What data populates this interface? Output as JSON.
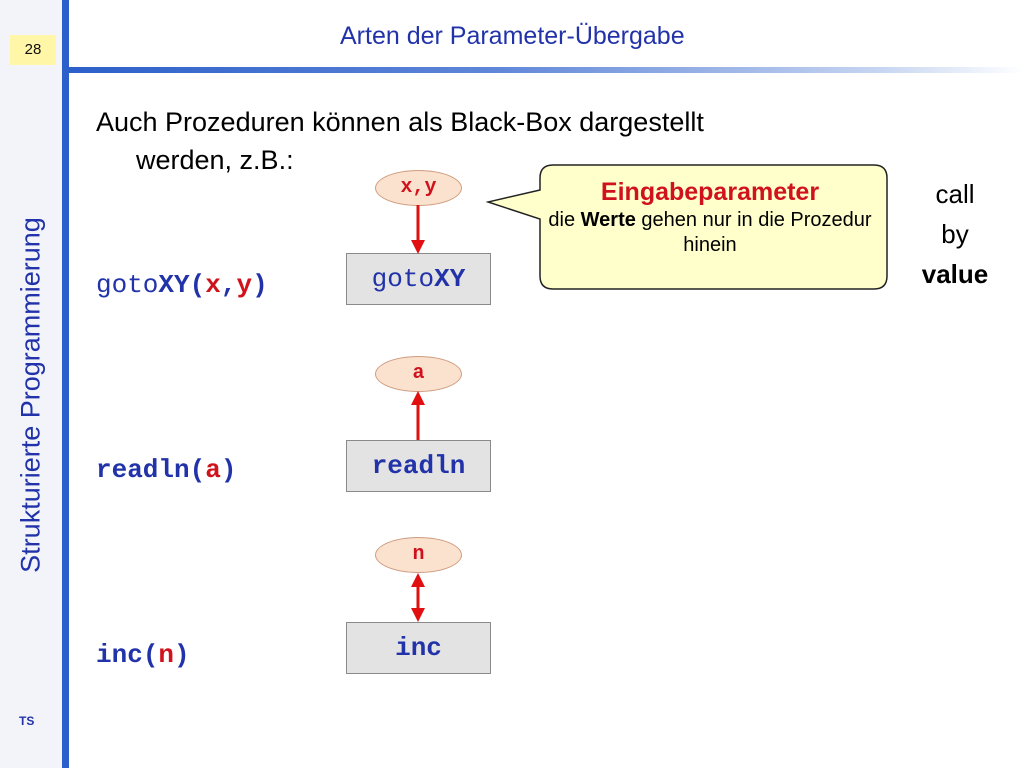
{
  "slide": {
    "number": "28",
    "title": "Arten der Parameter-Übergabe",
    "side_title": "Strukturierte Programmierung",
    "footer": "TS"
  },
  "intro": {
    "line1": "Auch Prozeduren können als Black-Box dargestellt",
    "line2": "werden, z.B.:"
  },
  "examples": [
    {
      "call_name": "goto",
      "call_name_bold": "XY",
      "open": "(",
      "arg1": "x",
      "sep": ",",
      "arg2": "y",
      "close": ")",
      "box_label": "goto",
      "box_label_bold": "XY",
      "param": "x,y"
    },
    {
      "call_name": "readln",
      "open": "(",
      "arg1": "a",
      "close": ")",
      "box_label": "readln",
      "param": "a"
    },
    {
      "call_name": "inc",
      "open": "(",
      "arg1": "n",
      "close": ")",
      "box_label": "inc",
      "param": "n"
    }
  ],
  "callout": {
    "title": "Eingabeparameter",
    "text_before": "die ",
    "text_bold": "Werte",
    "text_after": " gehen nur in die Prozedur hinein"
  },
  "call_by": {
    "line1": "call",
    "line2": "by",
    "line3": "value"
  },
  "colors": {
    "accent_blue": "#2233aa",
    "param_red": "#d0121c",
    "arrow_red": "#e01010",
    "callout_fill": "#ffffcc",
    "page_badge": "#fff6a8"
  }
}
